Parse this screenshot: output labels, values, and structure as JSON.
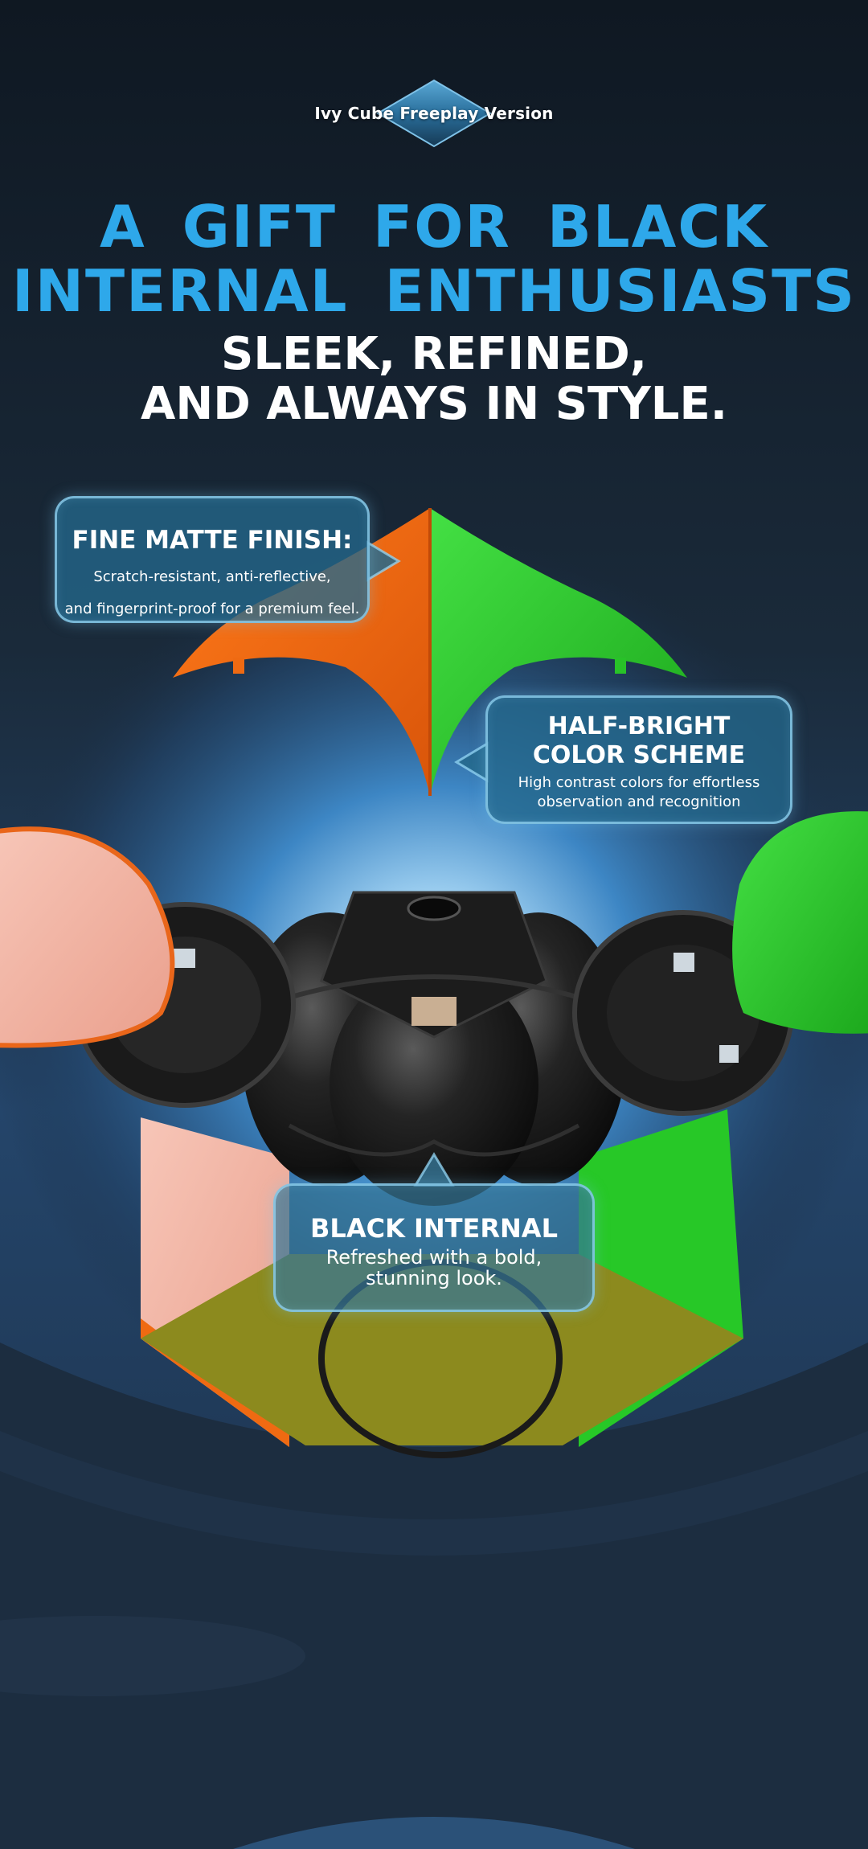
{
  "badge": {
    "label": "Ivy Cube Freeplay Version"
  },
  "headline": {
    "line1": "A GIFT FOR BLACK",
    "line2": "INTERNAL ENTHUSIASTS"
  },
  "subheadline": {
    "line1": "SLEEK, REFINED,",
    "line2": "AND ALWAYS IN STYLE."
  },
  "callouts": {
    "matte": {
      "title": "FINE MATTE FINISH:",
      "body_line1": "Scratch-resistant, anti-reflective,",
      "body_line2": "and fingerprint-proof for a premium feel."
    },
    "color": {
      "title_line1": "HALF-BRIGHT",
      "title_line2": "COLOR SCHEME",
      "body_line1": "High contrast colors for effortless",
      "body_line2": "observation and recognition"
    },
    "internal": {
      "title": "BLACK INTERNAL",
      "body_line1": "Refreshed with a bold,",
      "body_line2": "stunning look."
    }
  },
  "colors": {
    "accent_blue": "#2ea8ea",
    "background": "#121c28",
    "cube_orange": "#f06a10",
    "cube_green": "#2fdc2f",
    "cube_pink": "#f3b4a4",
    "cube_olive": "#8c8a1e",
    "internal_black": "#161616"
  }
}
